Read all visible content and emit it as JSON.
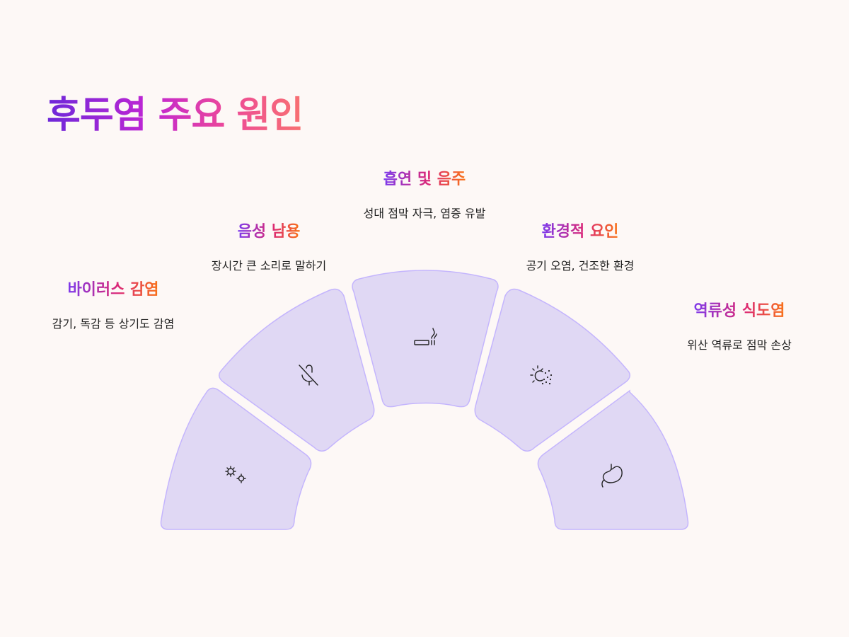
{
  "title": "후두염 주요 원인",
  "causes": [
    {
      "heading": "바이러스 감염",
      "description": "감기, 독감 등 상기도 감염",
      "icon": "germs-icon"
    },
    {
      "heading": "음성 남용",
      "description": "장시간 큰 소리로 말하기",
      "icon": "mic-off-icon"
    },
    {
      "heading": "흡연 및 음주",
      "description": "성대 점막 자극, 염증 유발",
      "icon": "cigarette-icon"
    },
    {
      "heading": "환경적 요인",
      "description": "공기 오염, 건조한 환경",
      "icon": "sun-dust-icon"
    },
    {
      "heading": "역류성 식도염",
      "description": "위산 역류로 점막 손상",
      "icon": "stomach-icon"
    }
  ],
  "colors": {
    "background": "#fdf8f6",
    "segment_fill": "#e0d8f4",
    "segment_stroke": "#c4b5fd",
    "title_gradient": [
      "#6d28d9",
      "#c026d3",
      "#ec4899",
      "#f87171"
    ]
  }
}
